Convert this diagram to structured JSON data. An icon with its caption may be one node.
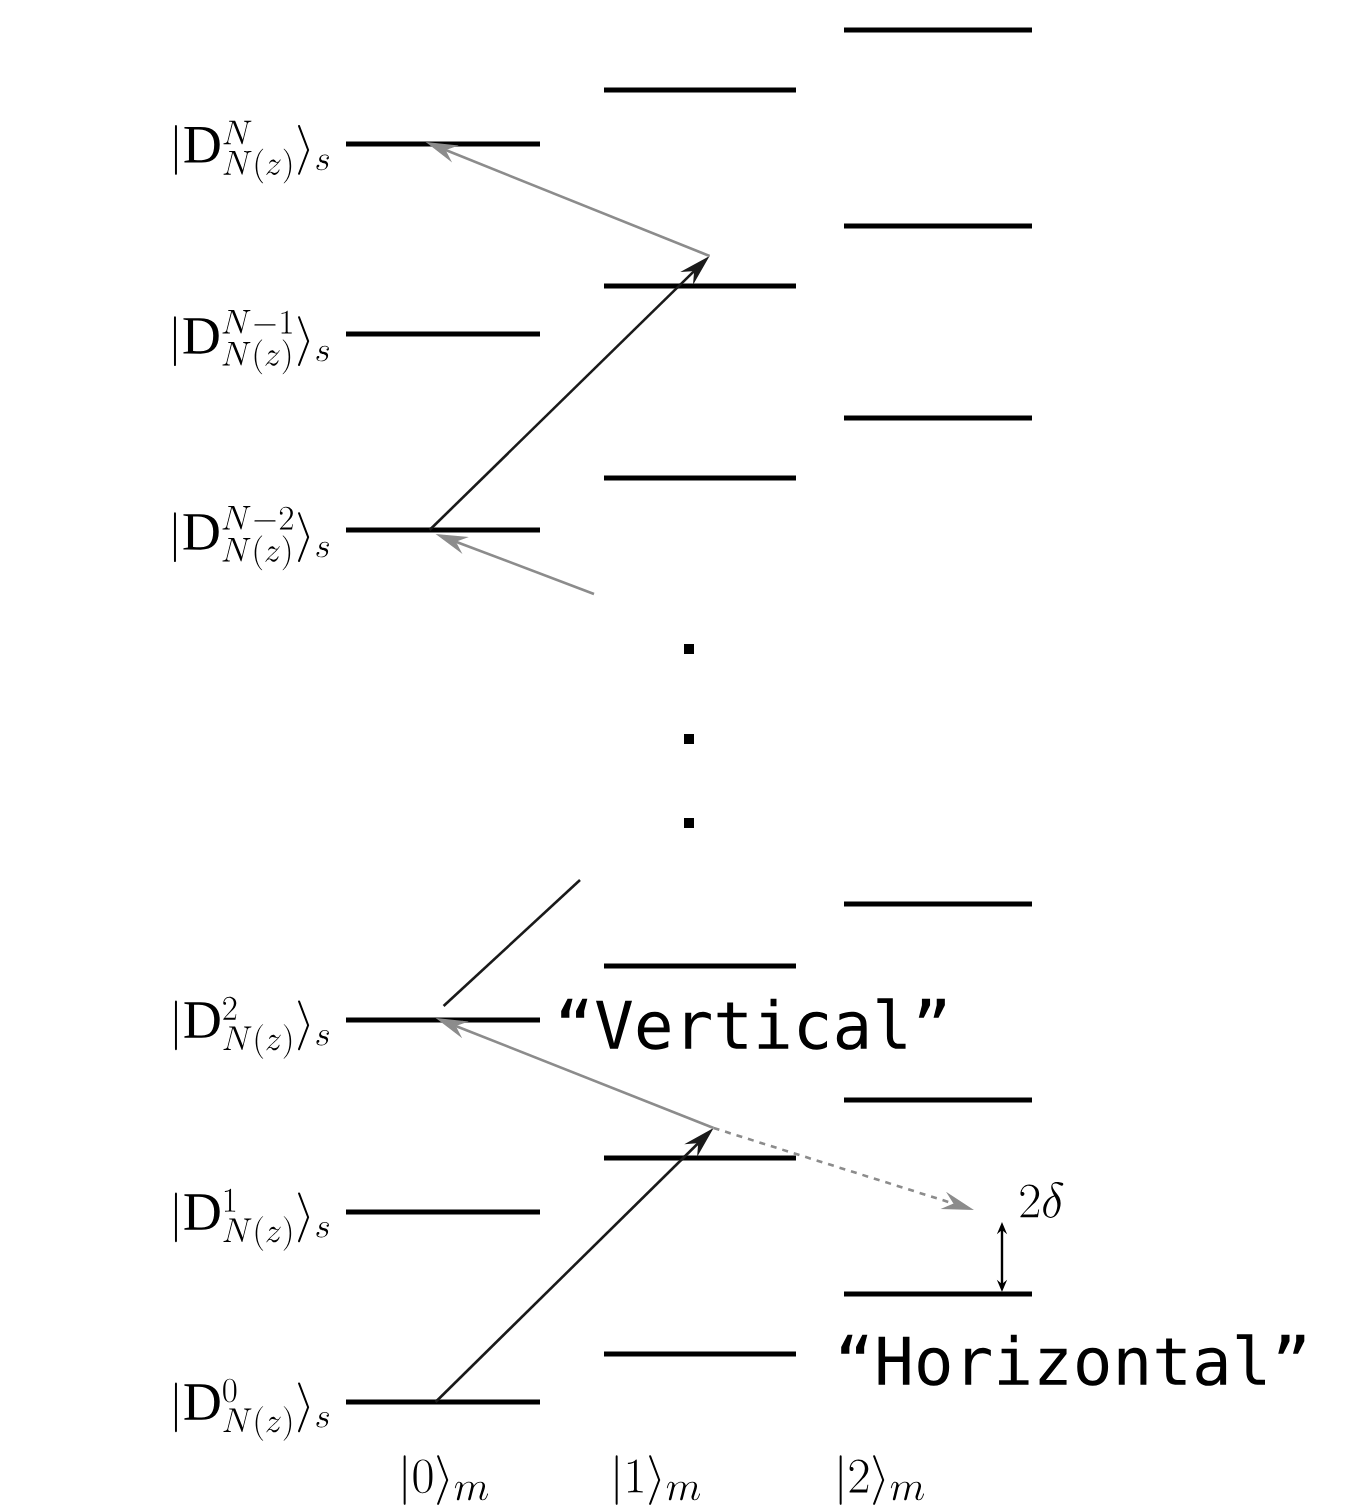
{
  "diagram": {
    "nodes": [
      {
        "text": [],
        "shape": "bar",
        "beside": [
          "|\\mathrm{D}^{N}_{N(z)}\\rangle_{s}"
        ]
      },
      {
        "text": [],
        "shape": "bar",
        "beside": [
          "|\\mathrm{D}^{N-1}_{N(z)}\\rangle_{s}"
        ]
      },
      {
        "text": [],
        "shape": "bar",
        "beside": [
          "|\\mathrm{D}^{N-2}_{N(z)}\\rangle_{s}"
        ]
      },
      {
        "text": [],
        "shape": "bar",
        "beside": [
          "|\\mathrm{D}^{2}_{N(z)}\\rangle_{s}"
        ]
      },
      {
        "text": [],
        "shape": "bar",
        "beside": [
          "|\\mathrm{D}^{1}_{N(z)}\\rangle_{s}"
        ]
      },
      {
        "text": [],
        "shape": "bar",
        "beside": [
          "|\\mathrm{D}^{0}_{N(z)}\\rangle_{s}"
        ]
      },
      {
        "text": [],
        "shape": "bar"
      },
      {
        "text": [],
        "shape": "bar"
      },
      {
        "text": [],
        "shape": "bar"
      },
      {
        "text": [],
        "shape": "bar"
      },
      {
        "text": [],
        "shape": "bar"
      },
      {
        "text": [],
        "shape": "bar"
      },
      {
        "text": [],
        "shape": "bar"
      },
      {
        "text": [],
        "shape": "bar"
      },
      {
        "text": [],
        "shape": "bar"
      },
      {
        "text": [],
        "shape": "bar"
      },
      {
        "text": [],
        "shape": "bar"
      },
      {
        "text": [],
        "shape": "bar"
      }
    ],
    "edges": [
      {
        "from": 2,
        "to": 7,
        "arrow": "to",
        "color": "#1a1a1a"
      },
      {
        "from": 7,
        "to": 0,
        "arrow": "to"
      },
      {
        "from": null,
        "to": 2,
        "arrow": "to"
      },
      {
        "from": null,
        "to": 3,
        "arrow": "none",
        "color": "#1a1a1a"
      },
      {
        "from": 5,
        "to": 10,
        "arrow": "to",
        "color": "#1a1a1a"
      },
      {
        "from": 10,
        "to": 3,
        "arrow": "to"
      },
      {
        "from": 10,
        "to": null,
        "arrow": "to",
        "style": "dashed"
      }
    ],
    "labels": [
      "“Vertical”",
      "2\\delta",
      "“Horizontal”",
      "|0\\rangle_{m}",
      "|1\\rangle_{m}",
      "|2\\rangle_{m}"
    ]
  }
}
